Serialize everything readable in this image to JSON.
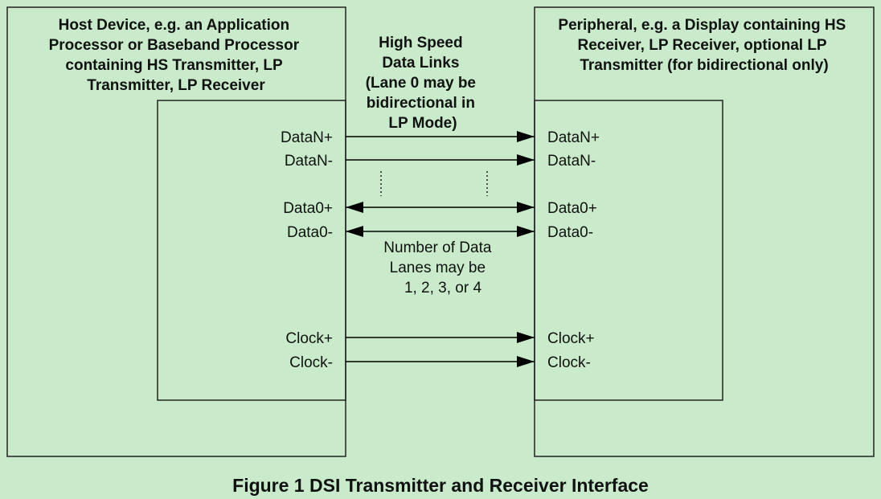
{
  "host": {
    "label_lines": [
      "Host Device, e.g. an Application",
      "Processor or Baseband Processor",
      "containing HS Transmitter, LP",
      "Transmitter,  LP Receiver"
    ]
  },
  "peripheral": {
    "label_lines": [
      "Peripheral, e.g. a Display containing  HS",
      "Receiver, LP Receiver, optional LP",
      "Transmitter (for bidirectional only)"
    ]
  },
  "link_note": {
    "lines": [
      "High Speed",
      "Data  Links",
      "(Lane 0 may be",
      "bidirectional in",
      "LP Mode)"
    ]
  },
  "lane_note": {
    "lines": [
      "Number of Data",
      "Lanes may be",
      "1, 2, 3, or 4"
    ]
  },
  "signals": [
    {
      "host_label": "DataN+",
      "peripheral_label": "DataN+",
      "direction": "to-peripheral"
    },
    {
      "host_label": "DataN-",
      "peripheral_label": "DataN-",
      "direction": "to-peripheral"
    },
    {
      "host_label": "Data0+",
      "peripheral_label": "Data0+",
      "direction": "bidirectional"
    },
    {
      "host_label": "Data0-",
      "peripheral_label": "Data0-",
      "direction": "bidirectional"
    },
    {
      "host_label": "Clock+",
      "peripheral_label": "Clock+",
      "direction": "to-peripheral"
    },
    {
      "host_label": "Clock-",
      "peripheral_label": "Clock-",
      "direction": "to-peripheral"
    }
  ],
  "figure": {
    "caption": "Figure 1 DSI Transmitter and Receiver Interface"
  }
}
